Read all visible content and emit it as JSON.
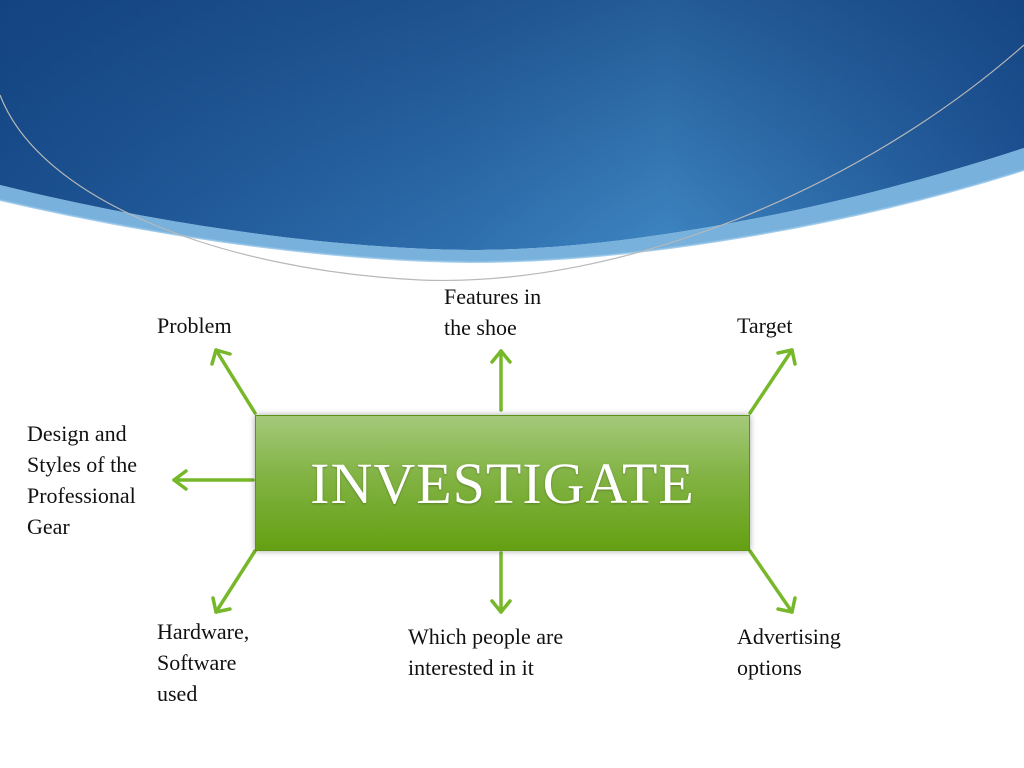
{
  "diagram": {
    "center": "INVESTIGATE",
    "nodes": {
      "problem": "Problem",
      "features": "Features in\nthe shoe",
      "target": "Target",
      "design": "Design and\nStyles of the\nProfessional\nGear",
      "hardware": "Hardware,\nSoftware\nused",
      "people": "Which people are\ninterested in it",
      "advertising": "Advertising\noptions"
    }
  },
  "colors": {
    "arrow": "#77b82a",
    "header_dark": "#1b4d8c",
    "header_light": "#4a95cc",
    "box_top": "#a4c97a",
    "box_bottom": "#64a012"
  }
}
